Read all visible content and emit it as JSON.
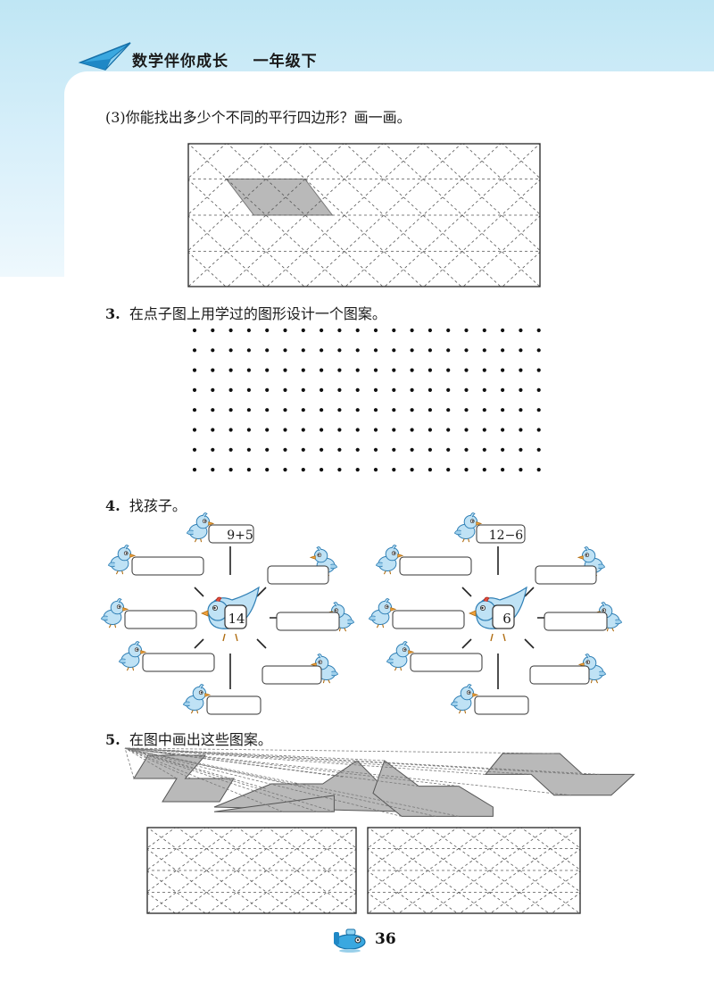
{
  "header": {
    "book_title": "数学伴你成长    一年级下",
    "colors": {
      "header_bg": "#cdeaf6",
      "accent": "#2a9fd6"
    },
    "icon": "paper-plane-icon"
  },
  "q2_part3": {
    "text": "(3)你能找出多少个不同的平行四边形？画一画。"
  },
  "q3": {
    "number": "3.",
    "text": "在点子图上用学过的图形设计一个图案。",
    "dot_rows": 8,
    "dot_cols": 20
  },
  "q4": {
    "number": "4.",
    "text": "找孩子。",
    "groups": [
      {
        "mother_number": "14",
        "top_expression": "9+5"
      },
      {
        "mother_number": "6",
        "top_expression": "12−6"
      }
    ]
  },
  "q5": {
    "number": "5.",
    "text": "在图中画出这些图案。"
  },
  "footer": {
    "page_number": "36",
    "icon": "plane-mascot-icon"
  }
}
